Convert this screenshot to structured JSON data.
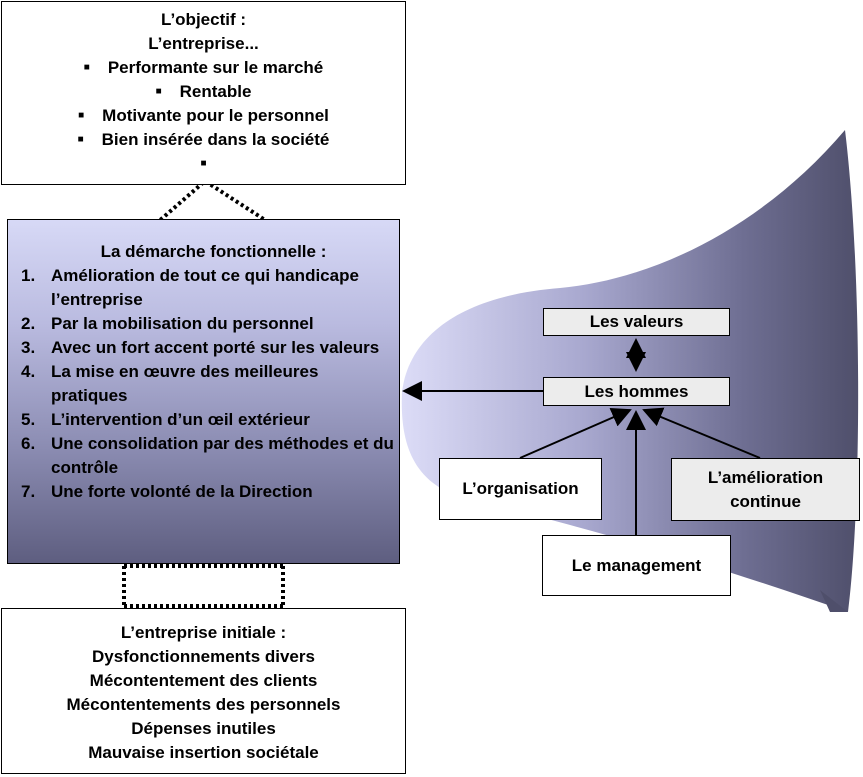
{
  "objective": {
    "title": "L’objectif :",
    "subtitle": "L’entreprise...",
    "bullets": [
      "Performante sur le marché",
      "Rentable",
      "Motivante pour le personnel",
      "Bien insérée dans la société"
    ]
  },
  "method": {
    "title": "La démarche fonctionnelle :",
    "items": [
      {
        "num": "1.",
        "text": "Amélioration de tout ce qui handicape l’entreprise"
      },
      {
        "num": "2.",
        "text": "Par la mobilisation du personnel"
      },
      {
        "num": "3.",
        "text": "Avec un fort accent porté sur les valeurs"
      },
      {
        "num": "4.",
        "text": "La mise en œuvre des meilleures pratiques"
      },
      {
        "num": "5.",
        "text": "L’intervention d’un œil extérieur"
      },
      {
        "num": "6.",
        "text": "Une consolidation par des méthodes et du contrôle"
      },
      {
        "num": "7.",
        "text": "Une forte volonté de la Direction"
      }
    ]
  },
  "initial": {
    "title": "L’entreprise initiale :",
    "lines": [
      "Dysfonctionnements divers",
      "Mécontentement des clients",
      "Mécontentements des personnels",
      "Dépenses inutiles",
      "Mauvaise insertion sociétale"
    ]
  },
  "levers": {
    "valeurs": "Les valeurs",
    "hommes": "Les hommes",
    "organisation": "L’organisation",
    "management": "Le management",
    "amelioration_line1": "L’amélioration",
    "amelioration_line2": "continue"
  },
  "colors": {
    "funnel_dark": "#53536f",
    "funnel_light": "#dcdcf7",
    "method_top": "#d7d9f6",
    "method_bottom": "#5e5e80",
    "lever_box": "#ececec"
  }
}
